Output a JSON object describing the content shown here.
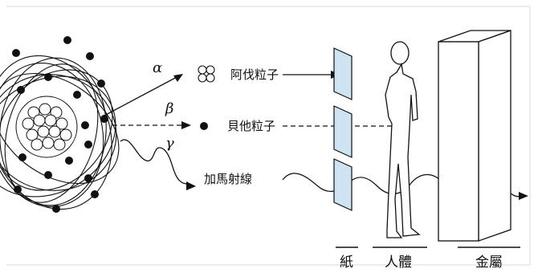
{
  "diagram": {
    "rays": [
      {
        "symbol": "α",
        "label": "阿伐粒子"
      },
      {
        "symbol": "β",
        "label": "貝他粒子"
      },
      {
        "symbol": "γ",
        "label": "加馬射線"
      }
    ],
    "barriers": [
      "紙",
      "人體",
      "金屬"
    ],
    "colors": {
      "paper_fill": "#cfe4f3",
      "ink": "#111111",
      "frame": "#d8d8d8"
    }
  }
}
